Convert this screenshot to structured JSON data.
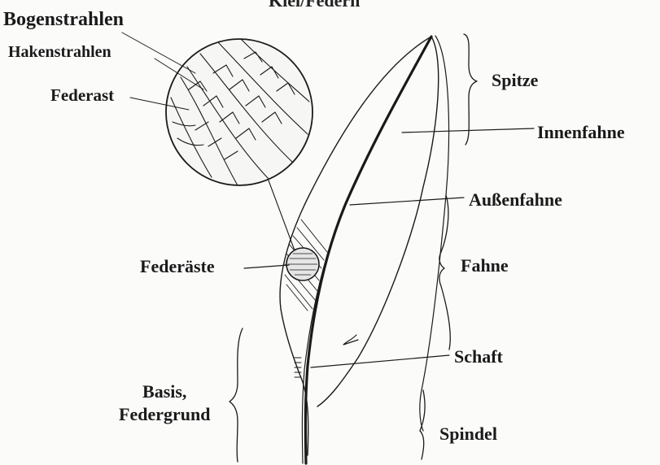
{
  "diagram": {
    "top_clipped_text": "Kiel/Federn",
    "labels": {
      "bogenstrahlen": "Bogenstrahlen",
      "hakenstrahlen": "Hakenstrahlen",
      "federast": "Federast",
      "spitze": "Spitze",
      "innenfahne": "Innenfahne",
      "aussenfahne": "Außenfahne",
      "federaeste": "Federäste",
      "fahne": "Fahne",
      "schaft": "Schaft",
      "basis_line1": "Basis,",
      "basis_line2": "Federgrund",
      "spindel": "Spindel"
    },
    "colors": {
      "ink": "#1a1a1a",
      "paper": "#fbfbfa"
    }
  }
}
